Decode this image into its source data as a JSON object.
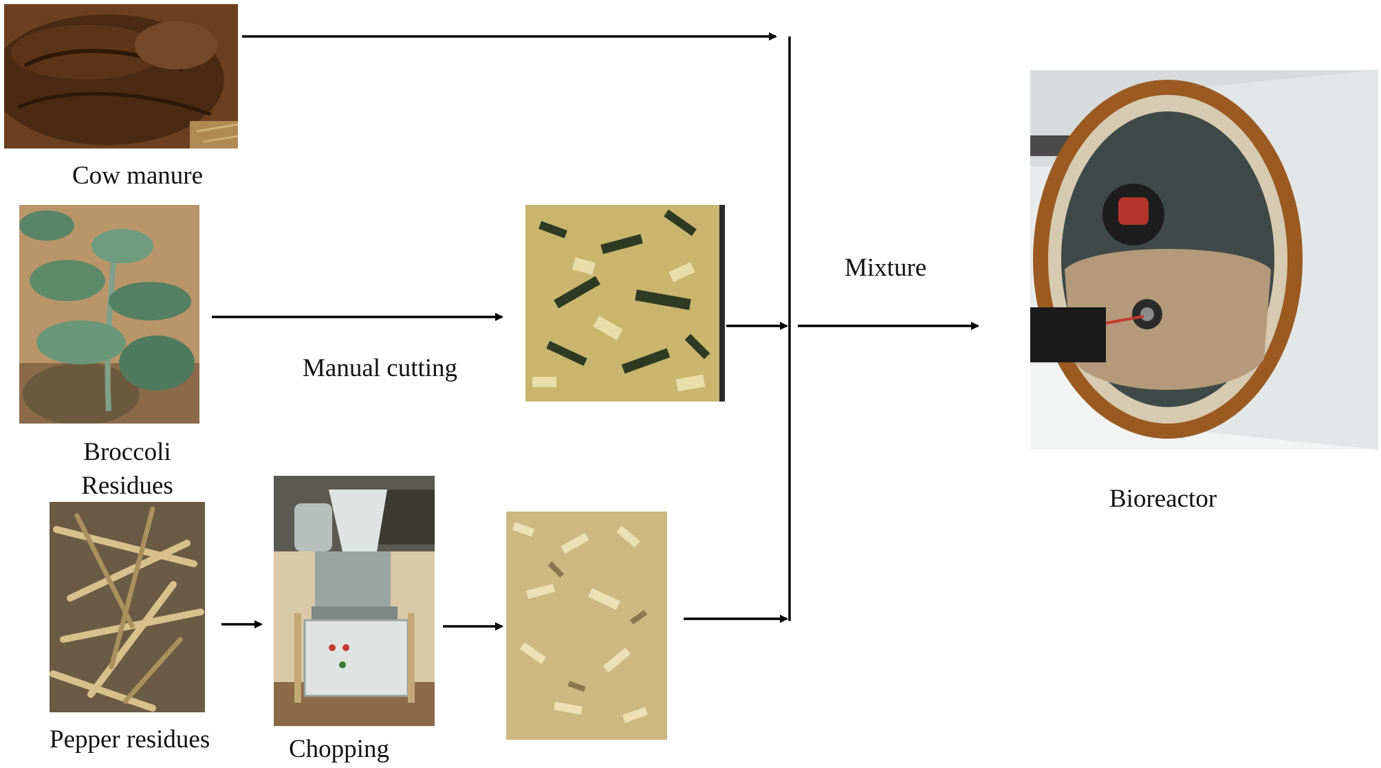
{
  "labels": {
    "cow_manure": "Cow manure",
    "broccoli_line1": "Broccoli",
    "broccoli_line2": "Residues",
    "manual_cutting": "Manual cutting",
    "pepper_residues": "Pepper residues",
    "chopping": "Chopping",
    "mixture": "Mixture",
    "bioreactor": "Bioreactor"
  },
  "colors": {
    "arrow": "#000000",
    "manure": "#5a3418",
    "broccoli_leaf": "#5e8a6a",
    "chopped_broccoli": "#c9b56e",
    "pepper_stalk": "#b89a66",
    "chopped_pepper": "#d8c58c",
    "machine": "#c9d2cf",
    "bioreactor_shell": "#e3e6e6",
    "rust": "#9a5a22"
  }
}
